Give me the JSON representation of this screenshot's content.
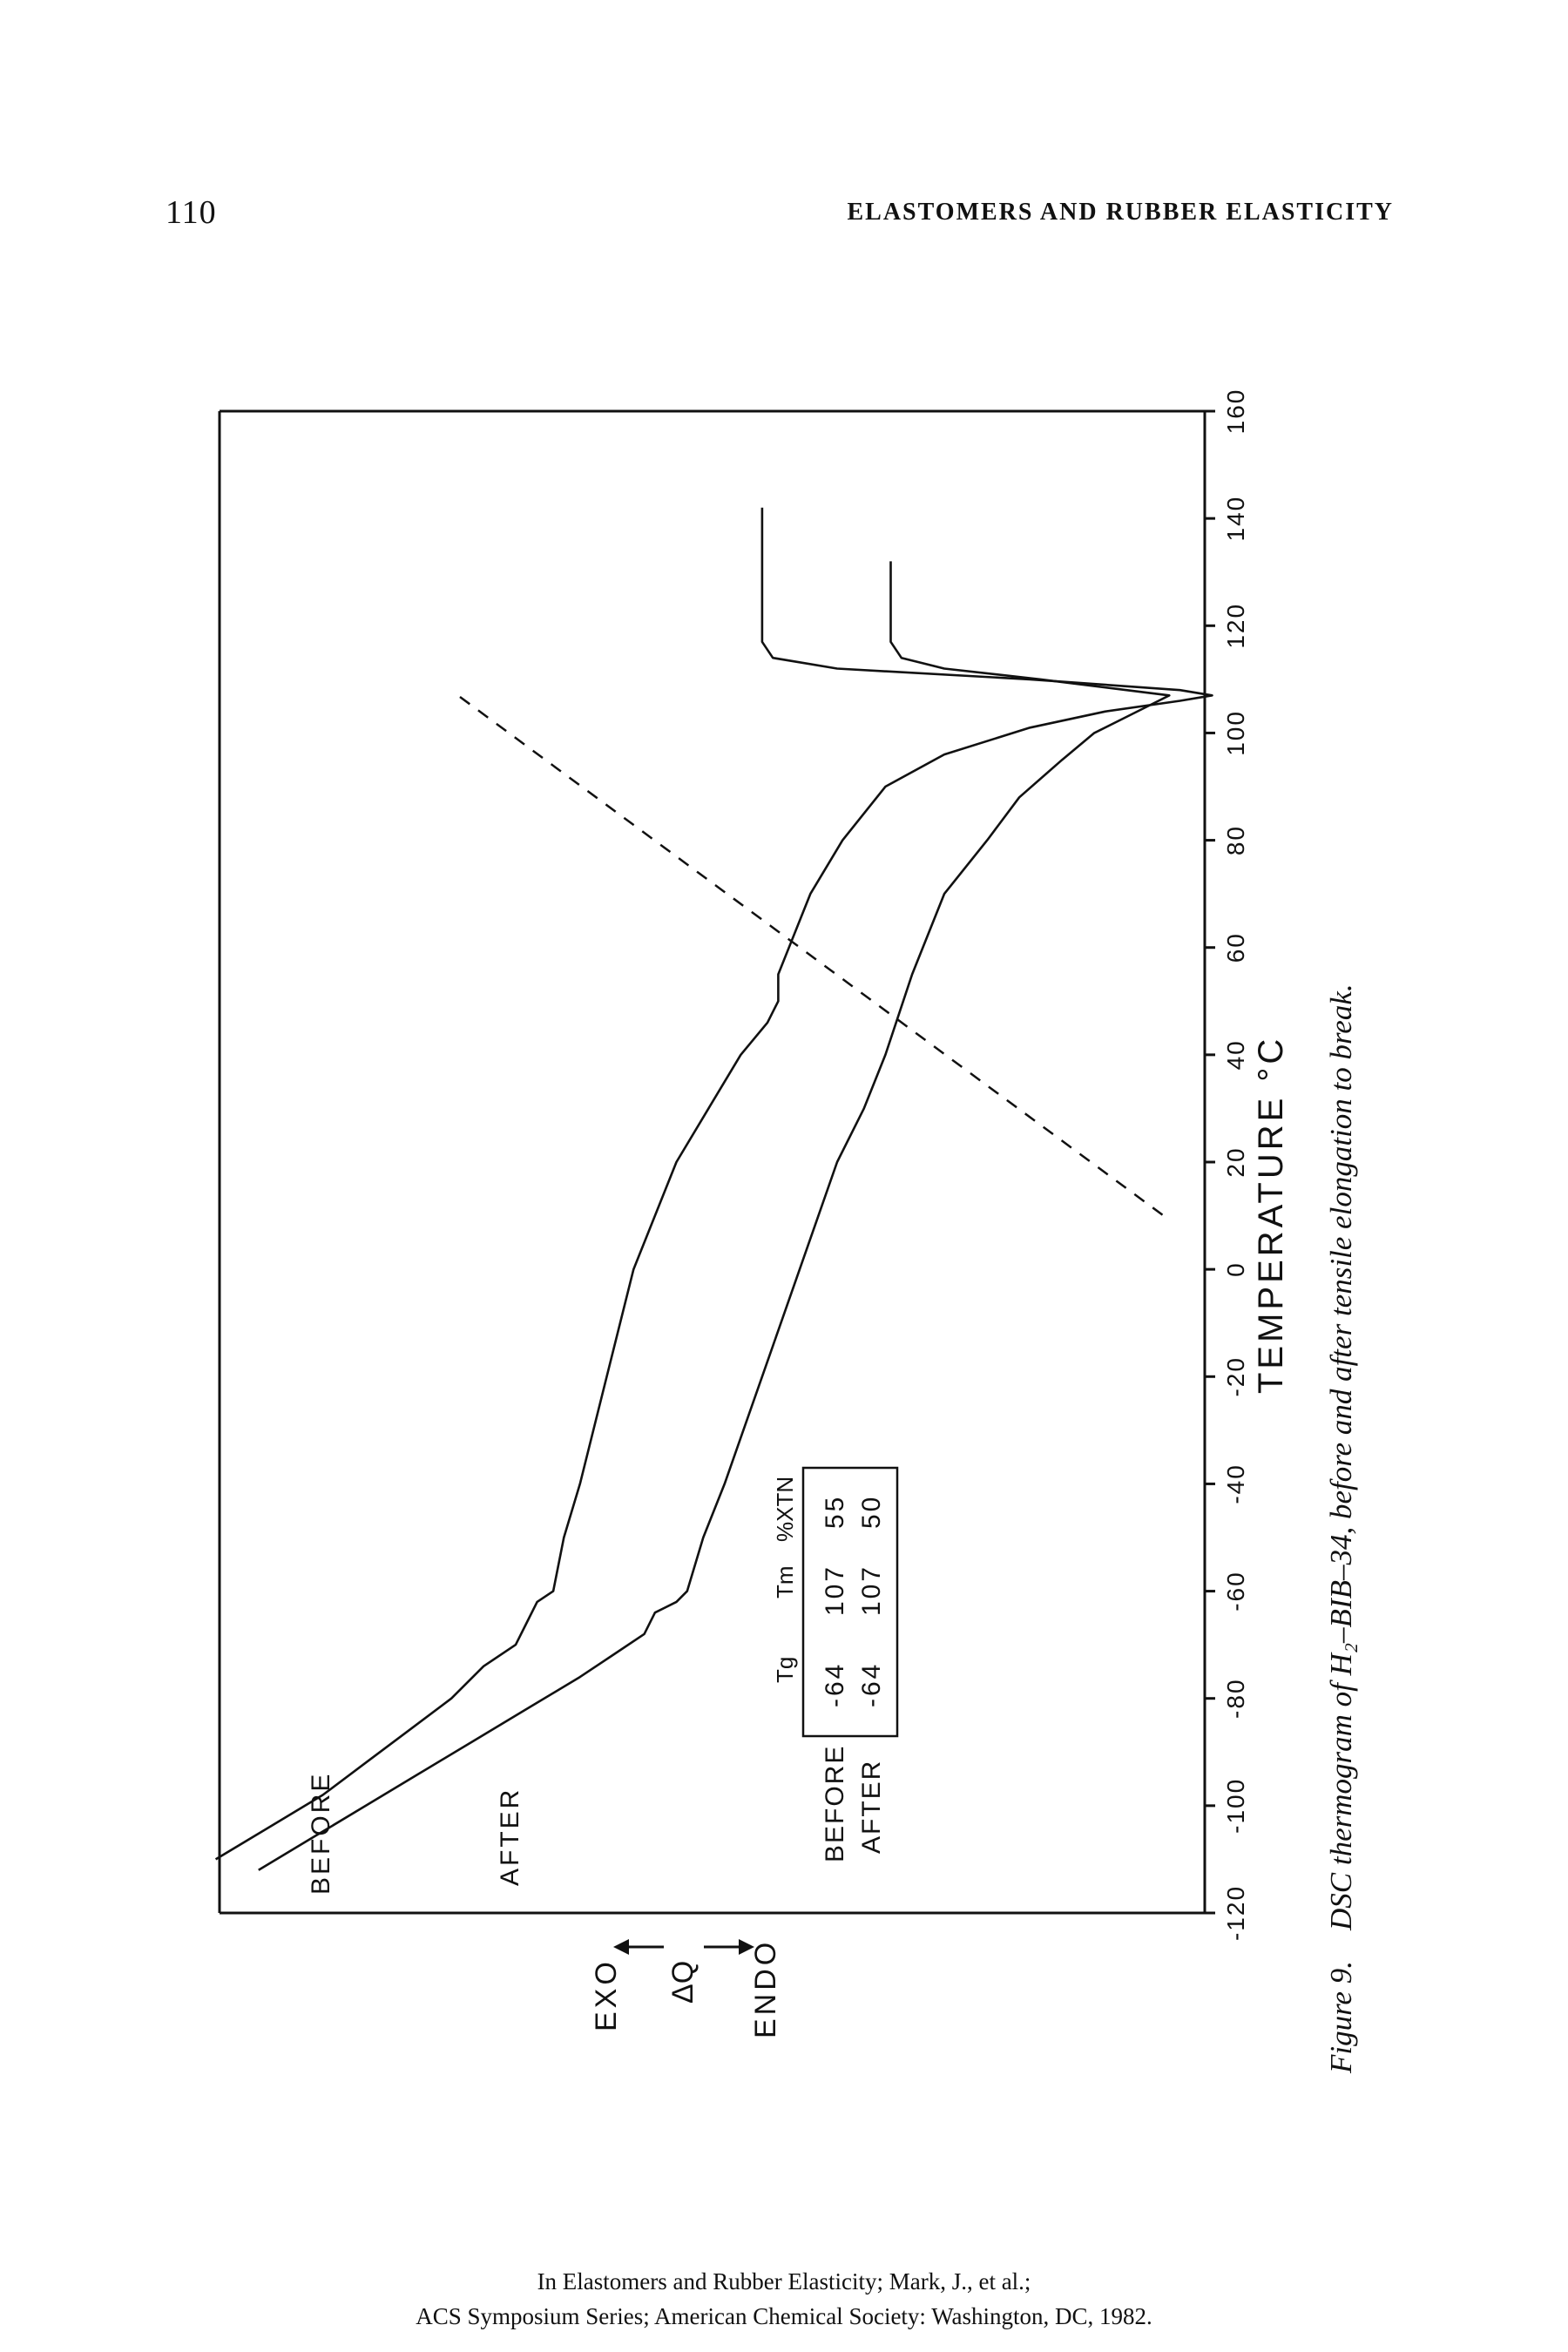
{
  "header": {
    "page_number": "110",
    "running_title": "ELASTOMERS AND RUBBER ELASTICITY"
  },
  "figure": {
    "axis_title": "TEMPERATURE °C",
    "tick_labels": [
      "-120",
      "-100",
      "-80",
      "-60",
      "-40",
      "-20",
      "0",
      "20",
      "40",
      "60",
      "80",
      "100",
      "120",
      "140",
      "160"
    ],
    "curve_labels": [
      "BEFORE",
      "AFTER"
    ],
    "heat_flow_legend": {
      "exo": "EXO",
      "delta_q": "ΔQ",
      "endo": "ENDO"
    },
    "caption_label": "Figure 9.",
    "caption_text": "DSC thermogram of H₂–BIB–34, before and after tensile elongation to break."
  },
  "chart_data": {
    "type": "line",
    "xlabel": "TEMPERATURE °C",
    "ylabel": "",
    "xlim": [
      -120,
      160
    ],
    "x_ticks": [
      -120,
      -100,
      -80,
      -60,
      -40,
      -20,
      0,
      20,
      40,
      60,
      80,
      100,
      120,
      140,
      160
    ],
    "series": [
      {
        "name": "BEFORE",
        "points": [
          [
            -112,
            0.84
          ],
          [
            -106,
            0.79
          ],
          [
            -100,
            0.74
          ],
          [
            -94,
            0.69
          ],
          [
            -88,
            0.64
          ],
          [
            -82,
            0.59
          ],
          [
            -76,
            0.54
          ],
          [
            -72,
            0.51
          ],
          [
            -68,
            0.48
          ],
          [
            -64,
            0.47
          ],
          [
            -62,
            0.45
          ],
          [
            -60,
            0.44
          ],
          [
            -50,
            0.425
          ],
          [
            -40,
            0.405
          ],
          [
            -20,
            0.37
          ],
          [
            0,
            0.335
          ],
          [
            20,
            0.3
          ],
          [
            30,
            0.275
          ],
          [
            40,
            0.255
          ],
          [
            55,
            0.23
          ],
          [
            70,
            0.2
          ],
          [
            80,
            0.16
          ],
          [
            88,
            0.13
          ],
          [
            95,
            0.09
          ],
          [
            100,
            0.06
          ],
          [
            103,
            0.03
          ],
          [
            106,
            0.0
          ],
          [
            107,
            -0.01
          ],
          [
            108,
            0.03
          ],
          [
            110,
            0.11
          ],
          [
            112,
            0.2
          ],
          [
            114,
            0.24
          ],
          [
            117,
            0.25
          ],
          [
            120,
            0.25
          ],
          [
            125,
            0.25
          ],
          [
            132,
            0.25
          ]
        ]
      },
      {
        "name": "AFTER",
        "points": [
          [
            -110,
            0.88
          ],
          [
            -104,
            0.83
          ],
          [
            -98,
            0.78
          ],
          [
            -92,
            0.74
          ],
          [
            -86,
            0.7
          ],
          [
            -80,
            0.66
          ],
          [
            -74,
            0.63
          ],
          [
            -70,
            0.6
          ],
          [
            -66,
            0.59
          ],
          [
            -62,
            0.58
          ],
          [
            -60,
            0.565
          ],
          [
            -50,
            0.555
          ],
          [
            -40,
            0.54
          ],
          [
            -20,
            0.515
          ],
          [
            0,
            0.49
          ],
          [
            20,
            0.45
          ],
          [
            30,
            0.42
          ],
          [
            40,
            0.39
          ],
          [
            46,
            0.365
          ],
          [
            50,
            0.355
          ],
          [
            55,
            0.355
          ],
          [
            60,
            0.345
          ],
          [
            70,
            0.325
          ],
          [
            80,
            0.295
          ],
          [
            90,
            0.255
          ],
          [
            96,
            0.2
          ],
          [
            101,
            0.12
          ],
          [
            104,
            0.05
          ],
          [
            106,
            -0.02
          ],
          [
            107,
            -0.05
          ],
          [
            108,
            -0.02
          ],
          [
            110,
            0.12
          ],
          [
            112,
            0.3
          ],
          [
            114,
            0.36
          ],
          [
            117,
            0.37
          ],
          [
            122,
            0.37
          ],
          [
            130,
            0.37
          ],
          [
            140,
            0.37
          ],
          [
            142,
            0.37
          ]
        ]
      }
    ],
    "annotations": [
      "BEFORE",
      "AFTER"
    ],
    "inset_table": {
      "columns": [
        "",
        "Tg",
        "Tm",
        "%XTN"
      ],
      "rows": [
        [
          "BEFORE",
          "-64",
          "107",
          "55"
        ],
        [
          "AFTER",
          "-64",
          "107",
          "50"
        ]
      ]
    },
    "grid": false
  },
  "footer": {
    "line1": "In Elastomers and Rubber Elasticity; Mark, J., et al.;",
    "line2": "ACS Symposium Series; American Chemical Society: Washington, DC, 1982."
  }
}
